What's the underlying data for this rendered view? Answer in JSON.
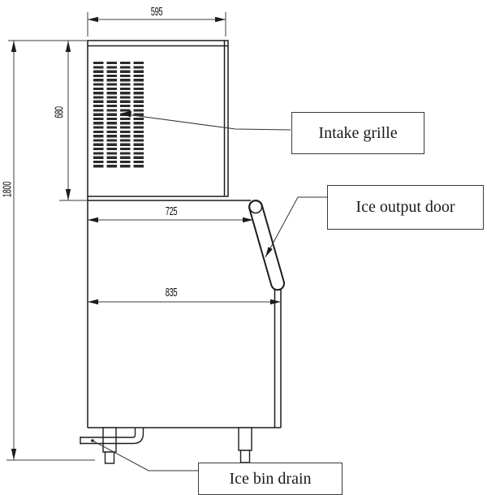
{
  "drawing": {
    "type": "ice-machine-dimensional-drawing",
    "dimensions": {
      "top_width": "595",
      "upper_section_height": "680",
      "total_height": "1800",
      "middle_width": "725",
      "bottom_width": "835"
    },
    "labels": {
      "intake_grille": "Intake grille",
      "ice_output_door": "Ice output door",
      "ice_bin_drain": "Ice bin drain"
    },
    "colors": {
      "line": "#1c1c1c",
      "background": "#ffffff"
    }
  }
}
